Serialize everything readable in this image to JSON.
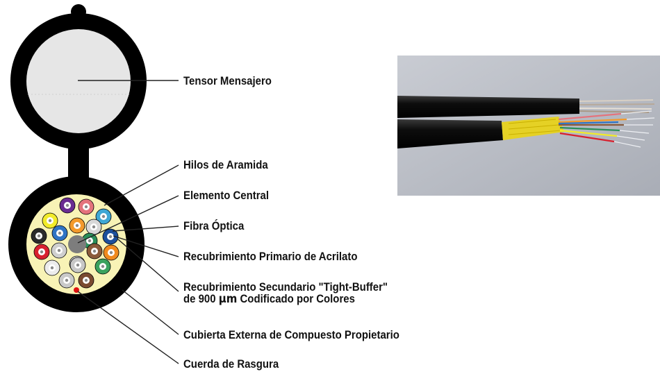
{
  "labels": {
    "messenger": "Tensor Mensajero",
    "aramid": "Hilos de Aramida",
    "central": "Elemento Central",
    "fiber": "Fibra Óptica",
    "primary_coating": "Recubrimiento Primario de Acrilato",
    "secondary_line1": "Recubrimiento Secundario \"Tight-Buffer\"",
    "secondary_line2_pre": "de 900 ",
    "secondary_line2_unit": "µm",
    "secondary_line2_post": " Codificado por Colores",
    "jacket": "Cubierta Externa de Compuesto Propietario",
    "ripcord": "Cuerda de Rasgura"
  },
  "colors": {
    "jacket": "#000000",
    "messenger_fill": "#e6e6e6",
    "aramid_fill": "#f8f3b6",
    "central_member": "#7d7d7d",
    "ripcord": "#e01010",
    "leader": "#222222",
    "photo_background": "#b9bcc4"
  },
  "fiber_colors": [
    "#6a2c91",
    "#e4737c",
    "#f1eb2a",
    "#3fa7d4",
    "#f39a2b",
    "#2a2a2a",
    "#2f74c4",
    "#d8d8d8",
    "#2a8f5a",
    "#1c4f9c",
    "#d8202e",
    "#cfcfcf",
    "#cfcfcf",
    "#8a5a3b",
    "#f08a1e",
    "#ececec",
    "#c7c7c7",
    "#3aa25e",
    "#c9c9c9",
    "#7a4a30"
  ],
  "photo_icon": "cable-photo"
}
